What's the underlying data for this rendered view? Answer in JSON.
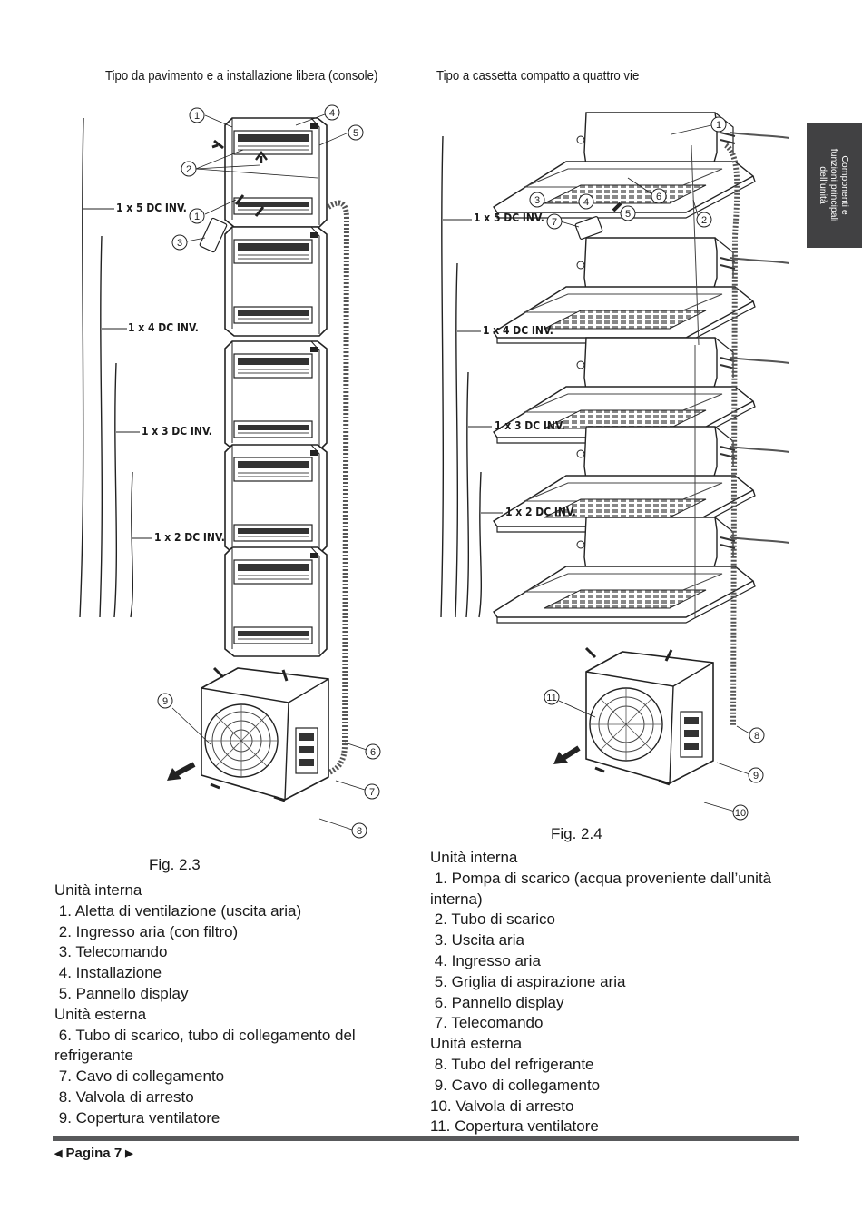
{
  "figures": {
    "left": {
      "title": "Tipo da pavimento e a installazione libera (console)",
      "caption": "Fig. 2.3",
      "group_labels": [
        "1 x 5  DC INV.",
        "1 x 4  DC INV.",
        "1 x 3  DC INV.",
        "1 x 2  DC INV."
      ],
      "callouts": [
        "1",
        "4",
        "5",
        "2",
        "1",
        "3",
        "9",
        "6",
        "7",
        "8"
      ]
    },
    "right": {
      "title": "Tipo a cassetta compatto a quattro vie",
      "caption": "Fig. 2.4",
      "group_labels": [
        "1 x 5  DC INV.",
        "1 x 4  DC INV.",
        "1 x 3  DC INV.",
        "1 x 2  DC INV."
      ],
      "callouts": [
        "1",
        "2",
        "3",
        "4",
        "5",
        "6",
        "7",
        "11",
        "8",
        "9",
        "10"
      ]
    }
  },
  "legend_left": [
    "Unità interna",
    " 1. Aletta di ventilazione (uscita aria)",
    " 2. Ingresso aria (con filtro)",
    " 3. Telecomando",
    " 4. Installazione",
    " 5. Pannello display",
    "Unità esterna",
    " 6. Tubo di scarico, tubo di collegamento del",
    "refrigerante",
    " 7. Cavo di collegamento",
    " 8. Valvola di arresto",
    " 9. Copertura ventilatore"
  ],
  "legend_right": [
    "Unità interna",
    " 1. Pompa di scarico (acqua proveniente dall’unità",
    "interna)",
    " 2. Tubo di scarico",
    " 3. Uscita aria",
    " 4. Ingresso aria",
    " 5. Griglia di aspirazione aria",
    " 6. Pannello display",
    " 7. Telecomando",
    "Unità esterna",
    " 8. Tubo del refrigerante",
    " 9. Cavo di collegamento",
    "10. Valvola di arresto",
    "11. Copertura ventilatore"
  ],
  "side_tab": {
    "lines": [
      "Componenti e",
      "funzioni principali",
      "dell’unità"
    ],
    "background": "#414143"
  },
  "footer": {
    "page_label": "Pagina 7",
    "prev_icon": "triangle-left-icon",
    "next_icon": "triangle-right-icon"
  }
}
